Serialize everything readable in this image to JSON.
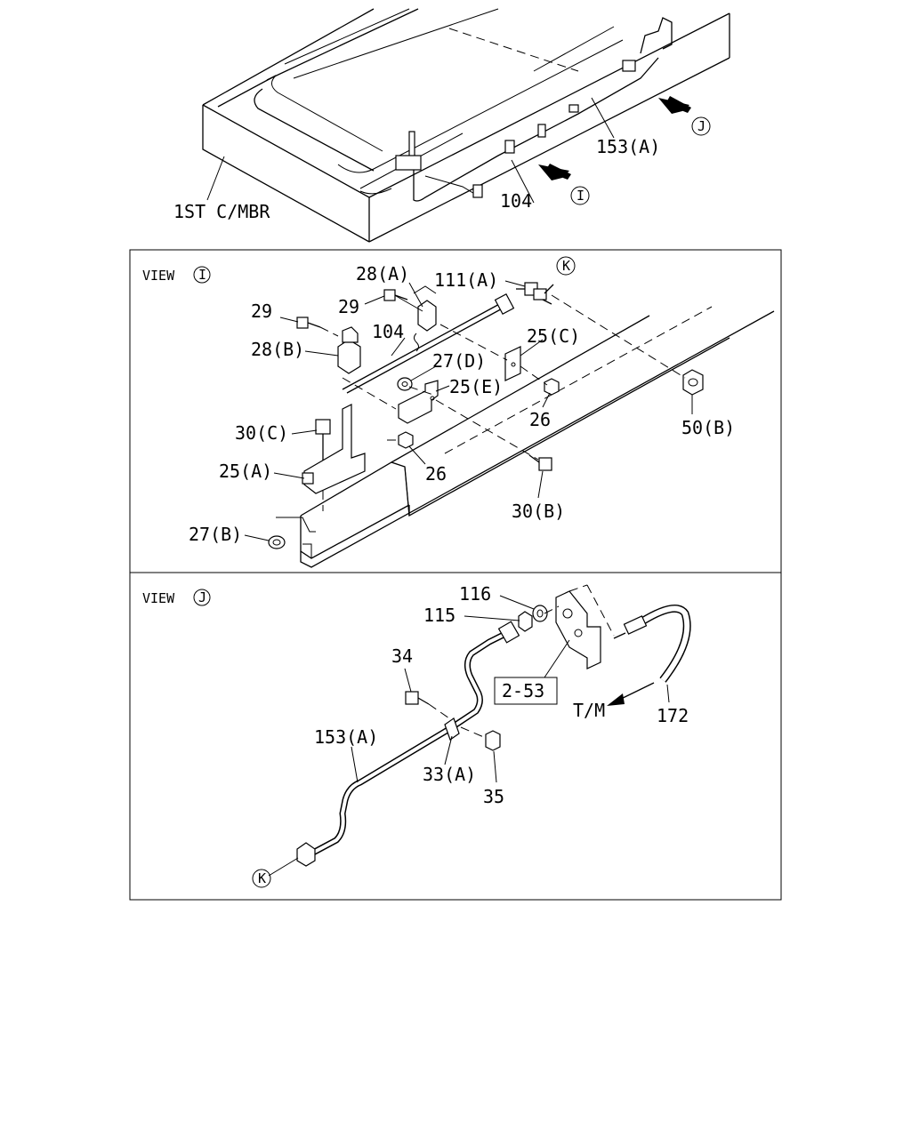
{
  "top": {
    "member_label": "1ST C/MBR",
    "label_104": "104",
    "label_153a": "153(A)",
    "callout_i": "I",
    "callout_j": "J"
  },
  "view_i": {
    "title": "VIEW",
    "title_callout": "I",
    "labels": {
      "p28a": "28(A)",
      "p29a": "29",
      "p29b": "29",
      "p111a": "111(A)",
      "callout_k": "K",
      "p28b": "28(B)",
      "p104": "104",
      "p25c": "25(C)",
      "p27d": "27(D)",
      "p25e": "25(E)",
      "p26a": "26",
      "p26b": "26",
      "p50b": "50(B)",
      "p30c": "30(C)",
      "p25a": "25(A)",
      "p30b": "30(B)",
      "p27b": "27(B)"
    }
  },
  "view_j": {
    "title": "VIEW",
    "title_callout": "J",
    "labels": {
      "p116": "116",
      "p115": "115",
      "p34": "34",
      "p2_53": "2-53",
      "tm": "T/M",
      "p172": "172",
      "p153a": "153(A)",
      "p33a": "33(A)",
      "p35": "35",
      "callout_k": "K"
    }
  }
}
